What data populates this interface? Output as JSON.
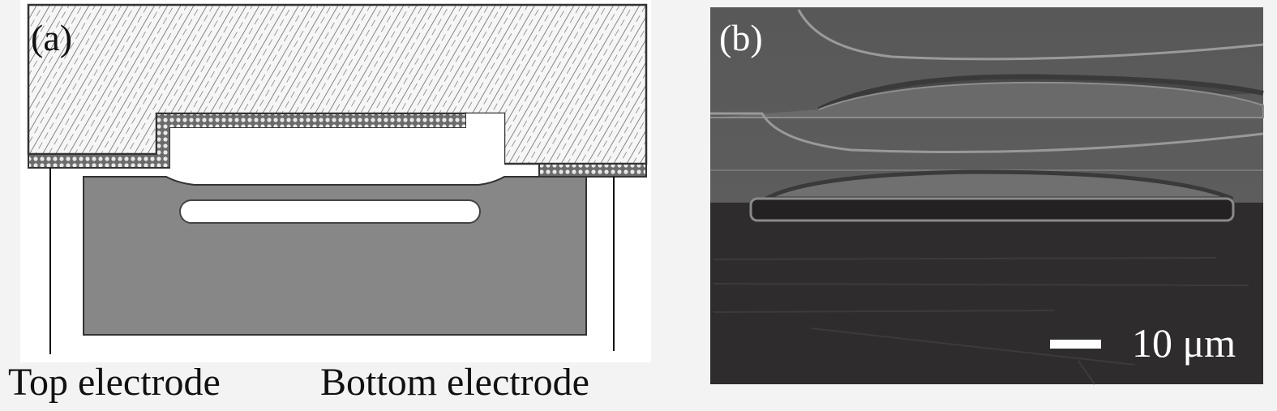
{
  "panel_a": {
    "label": "(a)",
    "top_electrode_label": "Top electrode",
    "bottom_electrode_label": "Bottom electrode"
  },
  "panel_b": {
    "label": "(b)",
    "scale_bar_label": "10 μm"
  },
  "colors": {
    "background": "#f3f3f3",
    "substrate": "#878787",
    "sem_upper": "#5b5b5b",
    "sem_lower": "#2f2c2d"
  }
}
